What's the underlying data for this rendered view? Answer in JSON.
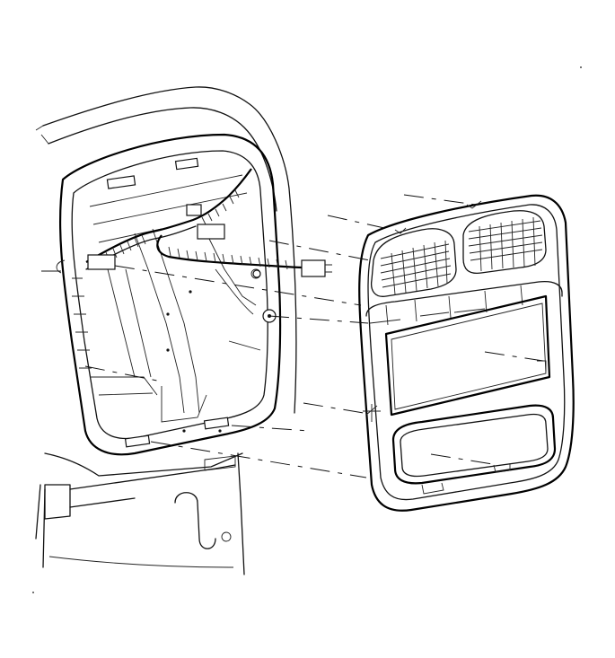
{
  "figure": {
    "kind": "exploded-view line drawing",
    "background": "#ffffff",
    "ink": "#111111"
  },
  "parts": [
    {
      "name": "instrument-panel-opening",
      "icon": "dashboard-frame-outline"
    },
    {
      "name": "wiring-harness",
      "icon": "wiring-harness-with-connector"
    },
    {
      "name": "center-trim-bezel",
      "icon": "bezel-with-vents-and-radio-opening"
    },
    {
      "name": "air-vent-left",
      "icon": "grille-vent"
    },
    {
      "name": "air-vent-right",
      "icon": "grille-vent"
    },
    {
      "name": "hvac-control-opening",
      "icon": "rounded-rectangle-opening"
    },
    {
      "name": "radio-opening",
      "icon": "rectangular-opening"
    }
  ]
}
